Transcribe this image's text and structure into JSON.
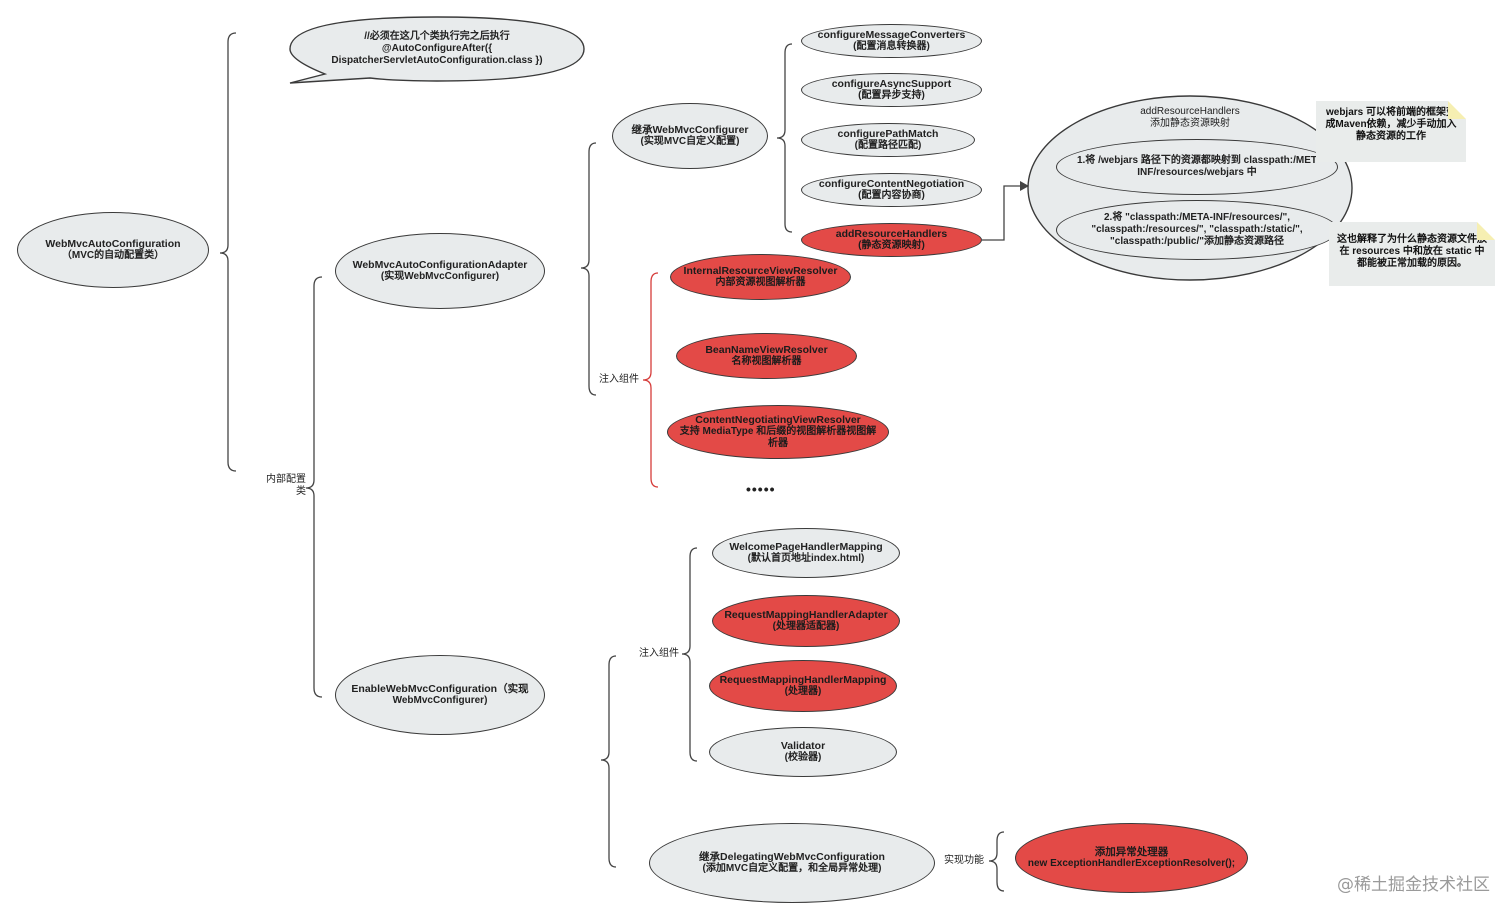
{
  "nodes": {
    "root": {
      "line1": "WebMvcAutoConfiguration",
      "line2": "（MVC的自动配置类）"
    },
    "callout": {
      "line1": "//必须在这几个类执行完之后执行",
      "line2": "@AutoConfigureAfter({",
      "line3": "DispatcherServletAutoConfiguration.class })"
    },
    "inner_config_label": {
      "line1": "内部配置",
      "line2": "类"
    },
    "adapter": {
      "line1": "WebMvcAutoConfigurationAdapter",
      "line2": "(实现WebMvcConfigurer)"
    },
    "enable": {
      "line1": "EnableWebMvcConfiguration（实现",
      "line2": "WebMvcConfigurer)"
    },
    "inherit_configurer": {
      "line1": "继承WebMvcConfigurer",
      "line2": "(实现MVC自定义配置)"
    },
    "inject_label_1": "注入组件",
    "inject_label_2": "注入组件",
    "impl_label": "实现功能",
    "configurer_items": [
      {
        "line1": "configureMessageConverters",
        "line2": "(配置消息转换器)"
      },
      {
        "line1": "configureAsyncSupport",
        "line2": "(配置异步支持)"
      },
      {
        "line1": "configurePathMatch",
        "line2": "(配置路径匹配)"
      },
      {
        "line1": "configureContentNegotiation",
        "line2": "(配置内容协商)"
      },
      {
        "line1": "addResourceHandlers",
        "line2": "(静态资源映射)"
      }
    ],
    "view_resolvers": [
      {
        "line1": "InternalResourceViewResolver",
        "line2": "内部资源视图解析器"
      },
      {
        "line1": "BeanNameViewResolver",
        "line2": "名称视图解析器"
      },
      {
        "line1": "ContentNegotiatingViewResolver",
        "line2": "支持 MediaType 和后缀的视图解析器视图解",
        "line3": "析器"
      }
    ],
    "ellipsis": "•••••",
    "enable_items": [
      {
        "line1": "WelcomePageHandlerMapping",
        "line2": "(默认首页地址index.html)"
      },
      {
        "line1": "RequestMappingHandlerAdapter",
        "line2": "(处理器适配器)"
      },
      {
        "line1": "RequestMappingHandlerMapping",
        "line2": "(处理器)"
      },
      {
        "line1": "Validator",
        "line2": "(校验器)"
      }
    ],
    "delegating": {
      "line1": "继承DelegatingWebMvcConfiguration",
      "line2": "(添加MVC自定义配置，和全局异常处理)"
    },
    "exception": {
      "line1": "添加异常处理器",
      "line2": "new ExceptionHandlerExceptionResolver();"
    },
    "resource_big": {
      "title1": "addResourceHandlers",
      "title2": "添加静态资源映射",
      "item1_line1": "1.将 /webjars 路径下的资源都映射到 classpath:/MET",
      "item1_line2": "INF/resources/webjars 中",
      "item2_line1": "2.将 \"classpath:/META-INF/resources/\",",
      "item2_line2": "\"classpath:/resources/\", \"classpath:/static/\",",
      "item2_line3": "\"classpath:/public/\"添加静态资源路径"
    }
  },
  "notes": {
    "webjars": {
      "line1": "webjars 可以将前端的框架变",
      "line2": "成Maven依赖，减少手动加入",
      "line3": "静态资源的工作"
    },
    "static": {
      "line1": "这也解释了为什么静态资源文件放",
      "line2": "在 resources 中和放在 static 中",
      "line3": "都能被正常加载的原因。"
    }
  },
  "watermark": "@稀土掘金技术社区",
  "colors": {
    "node_fill": "#e8ebec",
    "highlight_fill": "#e34a47",
    "line": "#3a3a3a",
    "note_fill": "#e9eceb"
  }
}
